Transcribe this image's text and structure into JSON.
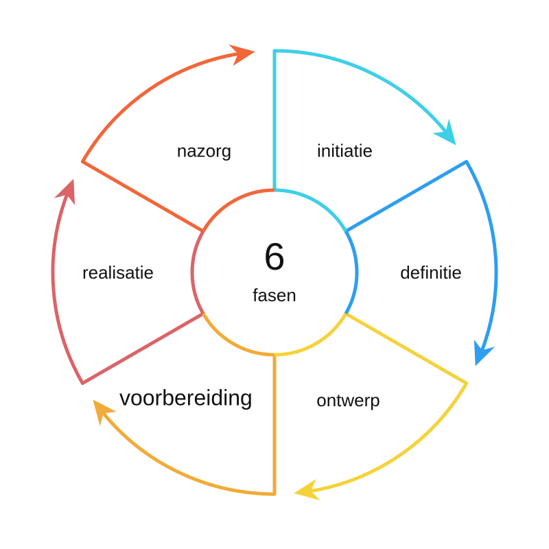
{
  "center": {
    "number": "6",
    "label": "fasen"
  },
  "phases": [
    {
      "id": "initiatie",
      "label": "initiatie",
      "color": "#3ecfe8",
      "active": false
    },
    {
      "id": "definitie",
      "label": "definitie",
      "color": "#2e9ef0",
      "active": false
    },
    {
      "id": "ontwerp",
      "label": "ontwerp",
      "color": "#f6d23a",
      "active": false
    },
    {
      "id": "voorbereiding",
      "label": "voorbereiding",
      "color": "#f2ab38",
      "active": true,
      "label_color": "#f0464e"
    },
    {
      "id": "realisatie",
      "label": "realisatie",
      "color": "#da6468",
      "active": false
    },
    {
      "id": "nazorg",
      "label": "nazorg",
      "color": "#f2663a",
      "active": false
    }
  ]
}
